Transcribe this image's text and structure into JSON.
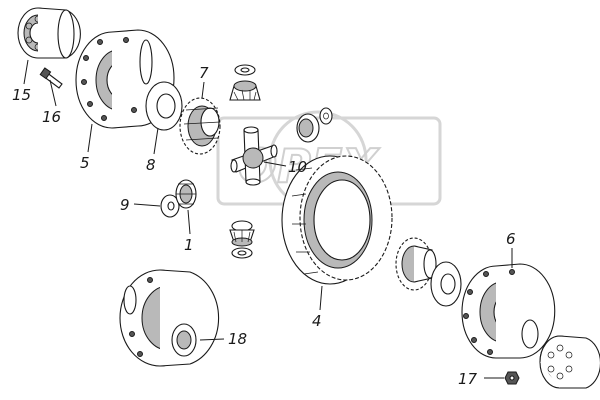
{
  "diagram": {
    "callouts": {
      "n1": "1",
      "n4": "4",
      "n5": "5",
      "n6": "6",
      "n7": "7",
      "n8": "8",
      "n9": "9",
      "n10": "10",
      "n15": "15",
      "n16": "16",
      "n17": "17",
      "n18": "18"
    },
    "watermark": "ОРЕХ"
  }
}
